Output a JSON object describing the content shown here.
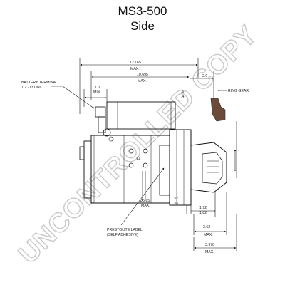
{
  "title": "MS3-500",
  "subtitle": "Side",
  "watermark": "UNCONTROLLED COPY",
  "dimensions": {
    "overall": "12.165",
    "overall_max": "MAX.",
    "body": "10.695",
    "body_max": "MAX.",
    "gear_gap": "2.0",
    "term_offset": "1.0",
    "term_offset_min": "MIN.",
    "bore": "Ø5.15",
    "bore_max": "MAX.",
    "flange_hi": ".57",
    "flange_lo": ".55",
    "pilot_hi": "1.92",
    "pilot_lo": "1.82",
    "nose": "3.62",
    "nose_max": "MAX.",
    "mount": "3.970",
    "mount_max": "MAX.",
    "partial_a": ".6",
    "partial_b": ".4"
  },
  "labels": {
    "battery_terminal": "BATTERY TERMINAL",
    "thread": "1/2\"-13 UNC",
    "ring_gear": "RING GEAR",
    "prestolite_label": "PRESTOLITE LABEL",
    "adhesive": "(SELF ADHESIVE)"
  }
}
